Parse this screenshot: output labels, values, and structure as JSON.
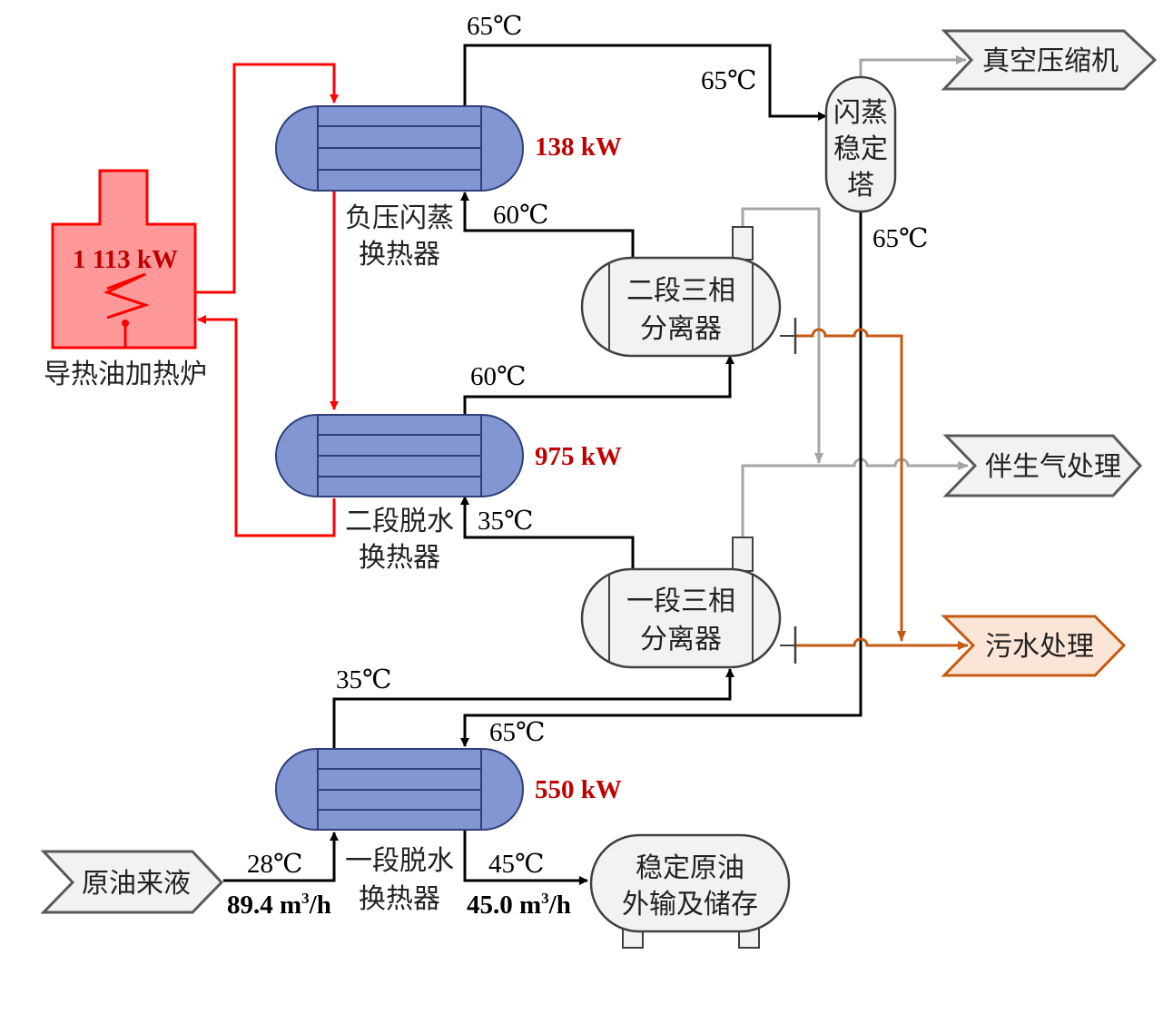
{
  "colors": {
    "heat_oil": "#ff0000",
    "process": "#000000",
    "gas": "#a6a6a6",
    "water": "#c55a11",
    "exchanger_fill": "#8196d2",
    "exchanger_stroke": "#2f3f78",
    "furnace_fill": "#ff9999",
    "power_text": "#c00000",
    "vessel_fill": "#f2f2f2",
    "vessel_stroke": "#404040"
  },
  "furnace": {
    "power": "1 113 kW",
    "label": "导热油加热炉"
  },
  "exchangers": {
    "vacuum_flash": {
      "label_line1": "负压闪蒸",
      "label_line2": "换热器",
      "power": "138 kW"
    },
    "stage2_dehydration": {
      "label_line1": "二段脱水",
      "label_line2": "换热器",
      "power": "975 kW"
    },
    "stage1_dehydration": {
      "label_line1": "一段脱水",
      "label_line2": "换热器",
      "power": "550 kW"
    }
  },
  "separators": {
    "stage2": {
      "line1": "二段三相",
      "line2": "分离器"
    },
    "stage1": {
      "line1": "一段三相",
      "line2": "分离器"
    }
  },
  "flash_tower": {
    "line1": "闪蒸",
    "line2": "稳定",
    "line3": "塔"
  },
  "storage_tank": {
    "line1": "稳定原油",
    "line2": "外输及储存"
  },
  "outputs": {
    "vacuum_compressor": "真空压缩机",
    "associated_gas": "伴生气处理",
    "sewage": "污水处理"
  },
  "inlet": {
    "label": "原油来液",
    "temperature": "28℃",
    "flow_value": "89.4 m",
    "flow_exp": "3",
    "flow_unit": "/h"
  },
  "outlet": {
    "temperature": "45℃",
    "flow_value": "45.0 m",
    "flow_exp": "3",
    "flow_unit": "/h"
  },
  "temperatures": {
    "top_line": "65℃",
    "tower_inlet": "65℃",
    "tower_bottom": "65℃",
    "vacuum_ex_inlet": "60℃",
    "sep2_feed": "60℃",
    "stage2_ex_inlet": "35℃",
    "sep1_feed": "35℃",
    "stage1_ex_hot_inlet": "65℃"
  }
}
